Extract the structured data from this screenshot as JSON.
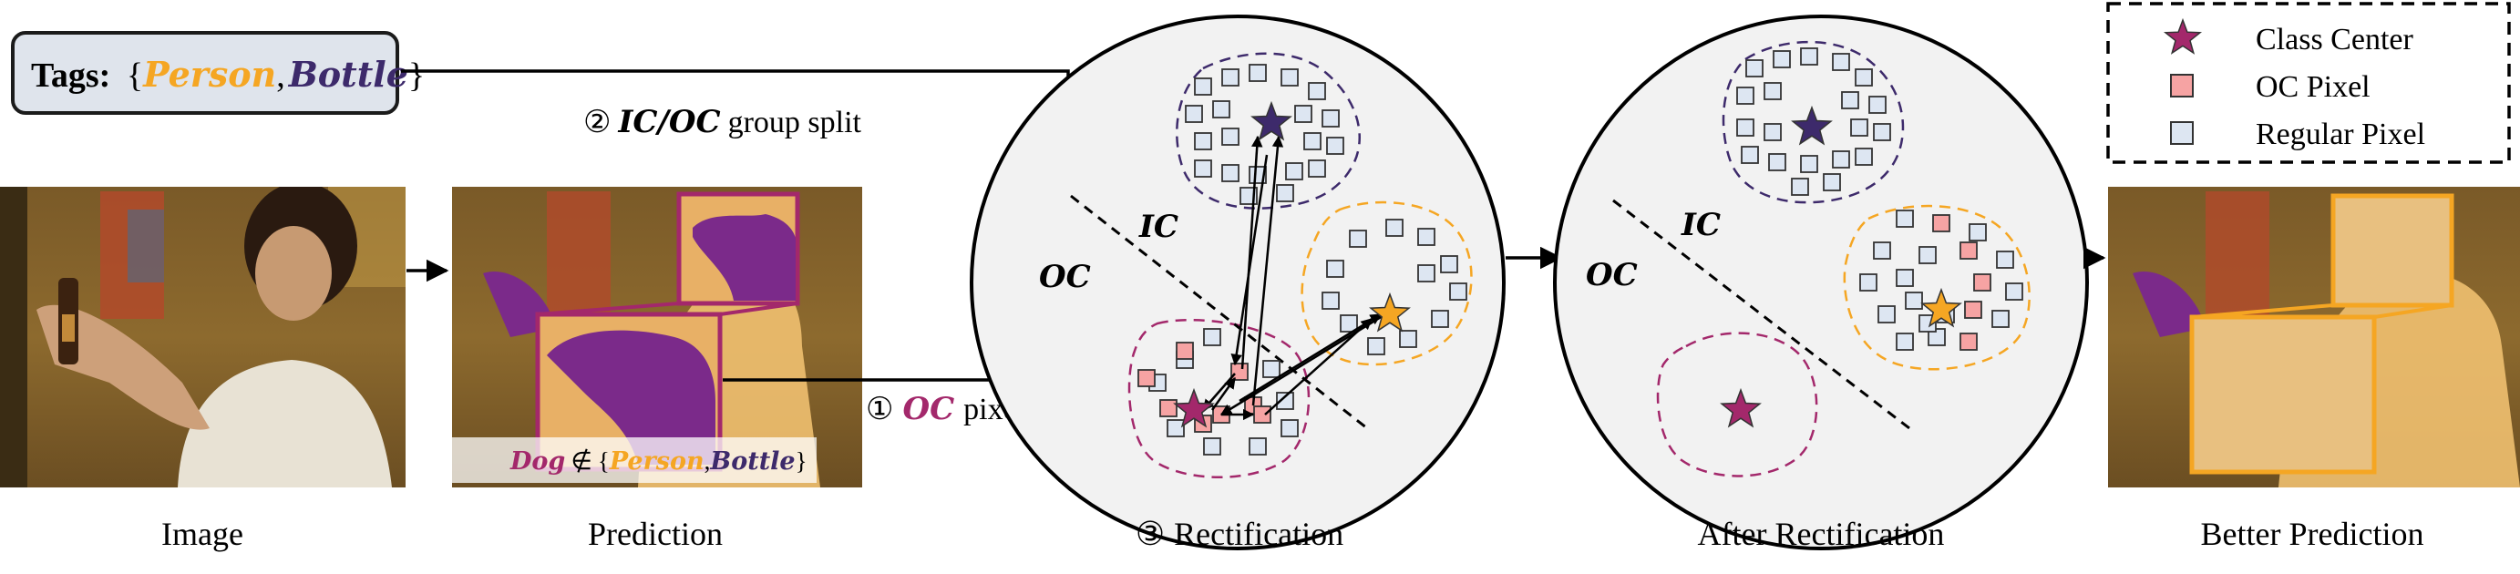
{
  "tags": {
    "label": "Tags:",
    "open": "{",
    "close": "}",
    "comma": ",",
    "person": "Person",
    "bottle": "Bottle"
  },
  "step2": {
    "num": "②",
    "ic": "IC",
    "slash": "/",
    "oc": "OC",
    "text": "group split"
  },
  "step1": {
    "num": "①",
    "oc": "OC",
    "text": "pixels"
  },
  "step3": {
    "num": "③",
    "text": "Rectification"
  },
  "region_labels": {
    "ic": "IC",
    "oc": "OC"
  },
  "pred_caption": {
    "dog": "Dog",
    "notin": "∉",
    "open": "{",
    "person": "Person",
    "comma": ",",
    "bottle": "Bottle",
    "close": "}"
  },
  "captions": {
    "image": "Image",
    "prediction": "Prediction",
    "after": "After Rectification",
    "better": "Better Prediction"
  },
  "legend": {
    "class_center": "Class Center",
    "oc_pixel": "OC Pixel",
    "regular_pixel": "Regular Pixel"
  },
  "colors": {
    "person": "#f5a623",
    "bottle": "#3d2a6b",
    "dog": "#a3286b",
    "oc_pixel": "#f6a3a3",
    "regular_pixel": "#dde6f2",
    "circle_fill": "#f2f2f2",
    "purple_mask": "#7b2a8a",
    "orange_mask": "#f0c070"
  }
}
